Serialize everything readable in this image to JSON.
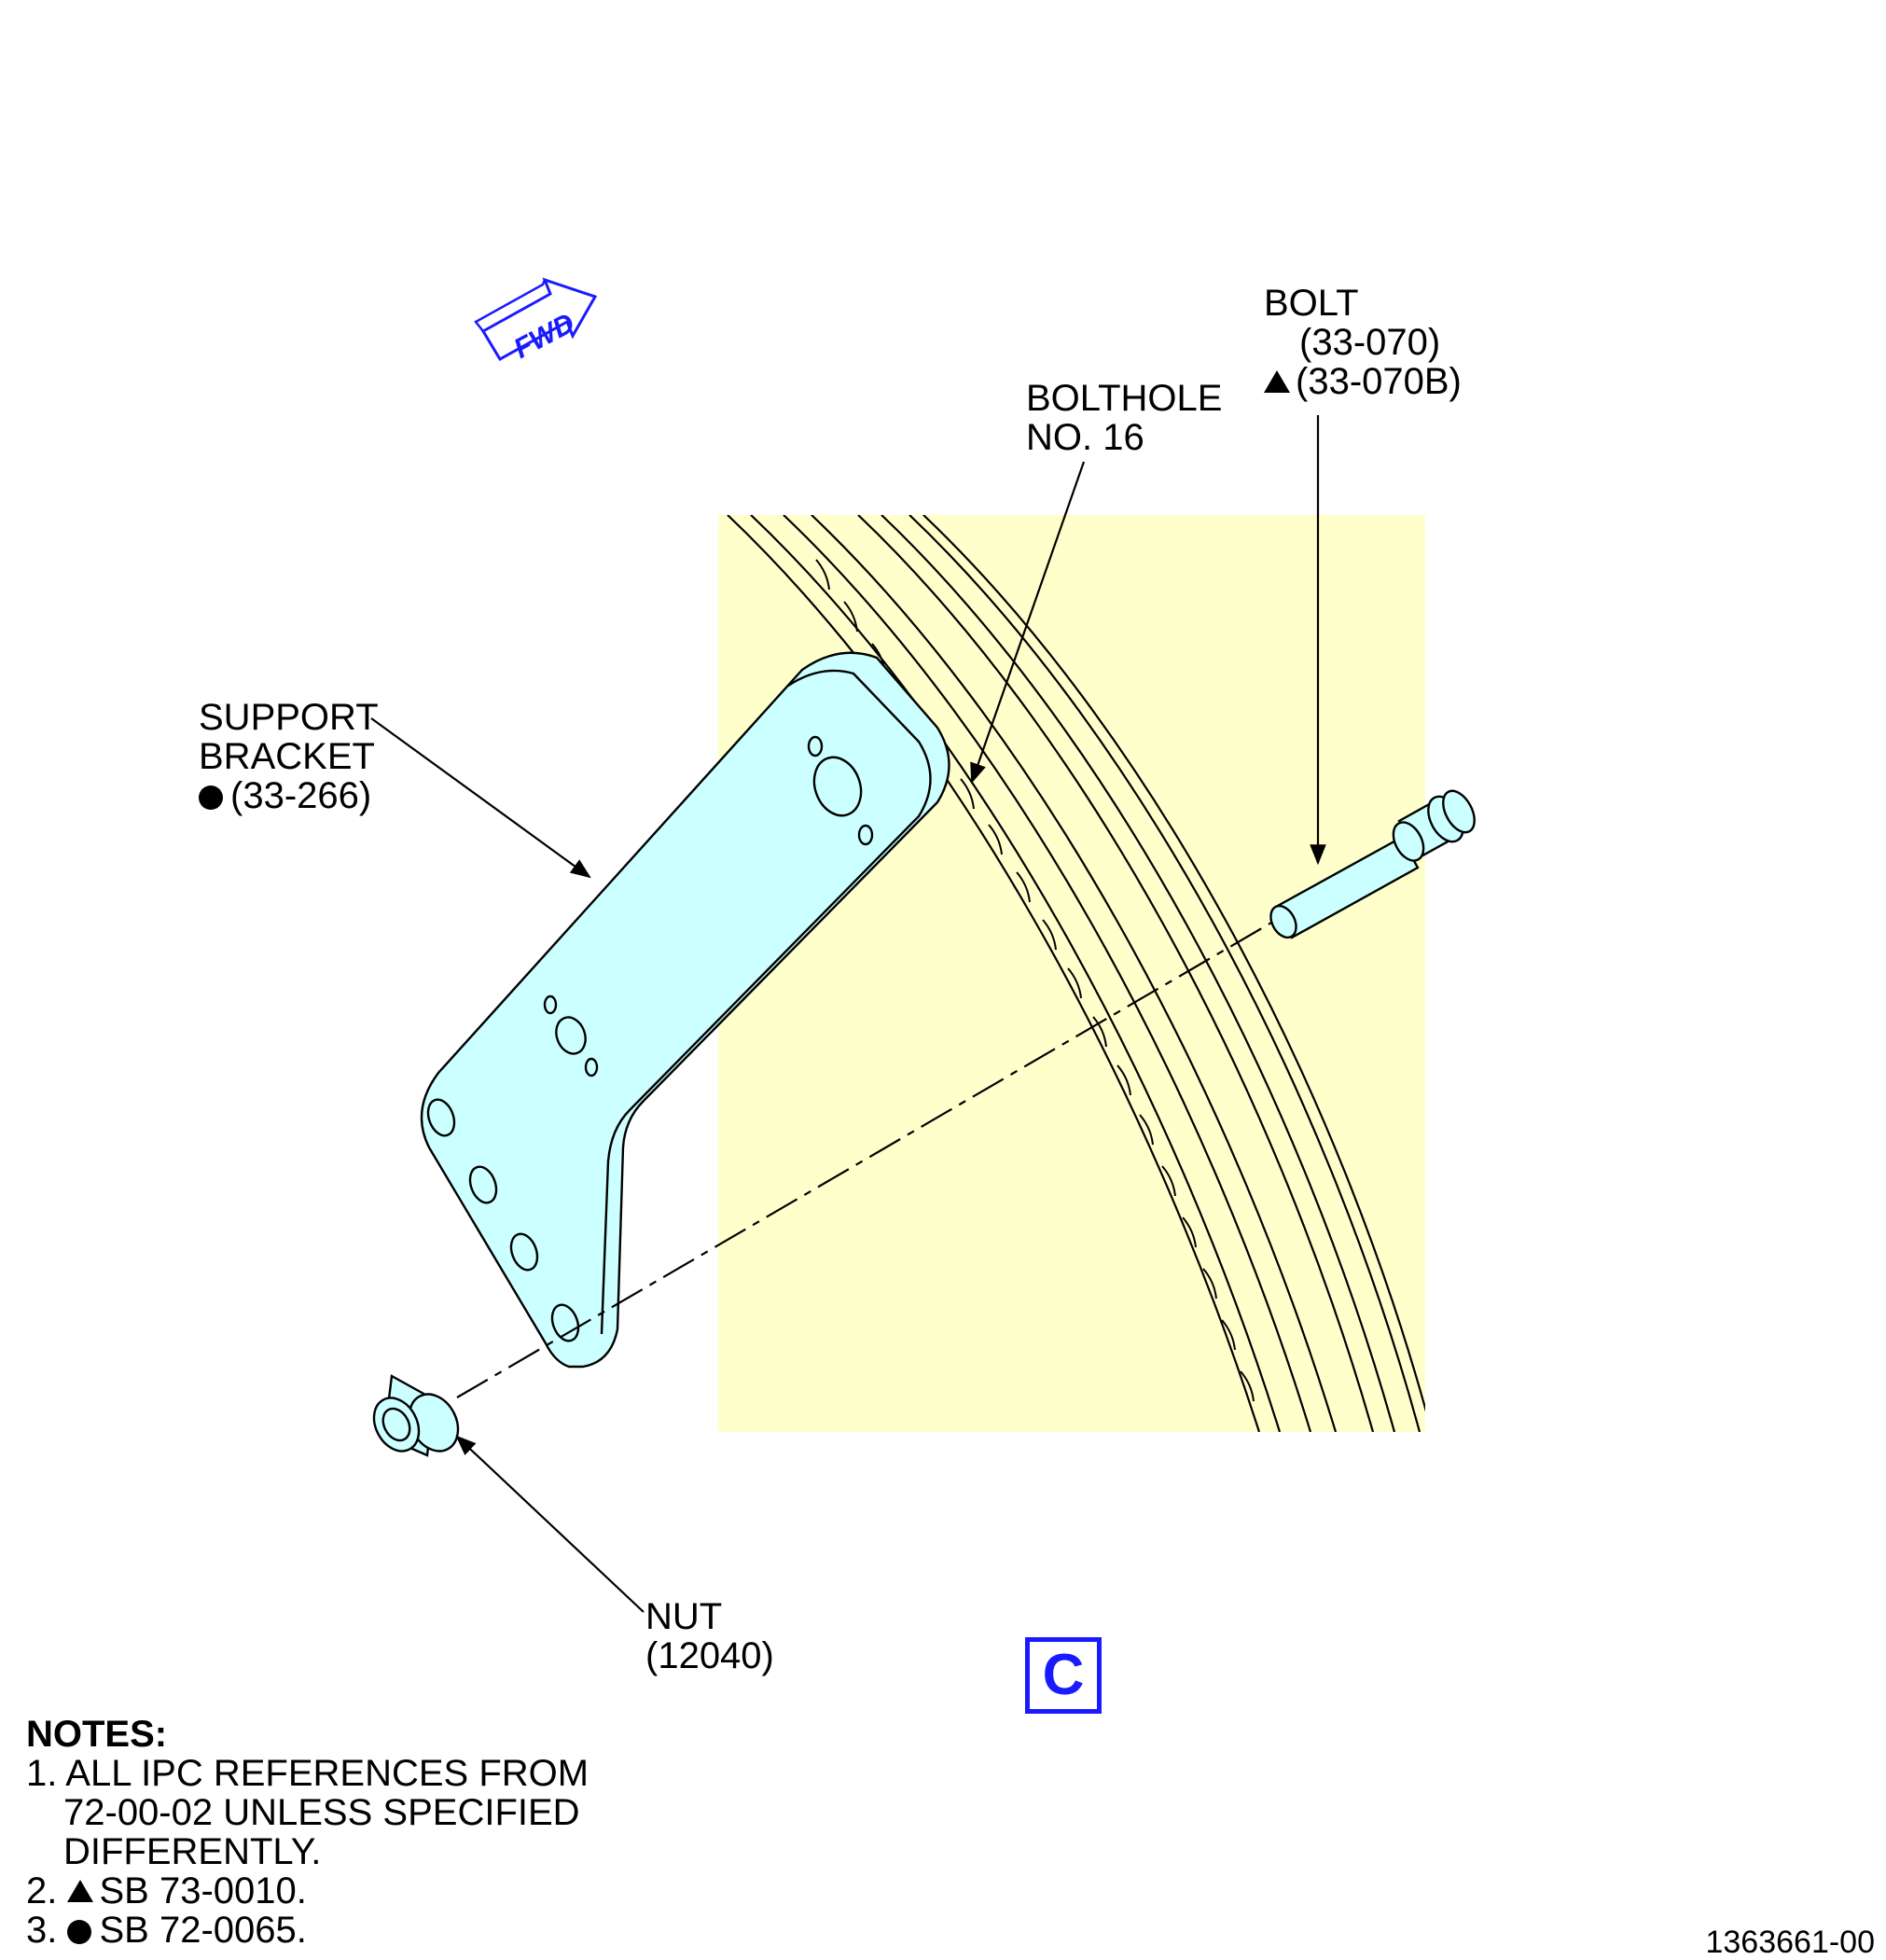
{
  "labels": {
    "bolt_name": "BOLT",
    "bolt_ref1": "(33-070)",
    "bolt_ref2": "(33-070B)",
    "bolthole_line1": "BOLTHOLE",
    "bolthole_line2": "NO. 16",
    "support_line1": "SUPPORT",
    "support_line2": "BRACKET",
    "support_ref": "(33-266)",
    "nut_name": "NUT",
    "nut_ref": "(12040)",
    "fwd": "FWD",
    "view_letter": "C"
  },
  "notes": {
    "title": "NOTES:",
    "n1_line1": "1. ALL IPC REFERENCES FROM",
    "n1_line2": "72-00-02 UNLESS SPECIFIED",
    "n1_line3": "DIFFERENTLY.",
    "n2": "SB 73-0010.",
    "n2_num": "2.",
    "n3": "SB 72-0065.",
    "n3_num": "3."
  },
  "document_number": "1363661-00",
  "colors": {
    "highlight_bg": "#ffffcc",
    "bracket_fill": "#ccffff",
    "accent_blue": "#1a1aff"
  }
}
